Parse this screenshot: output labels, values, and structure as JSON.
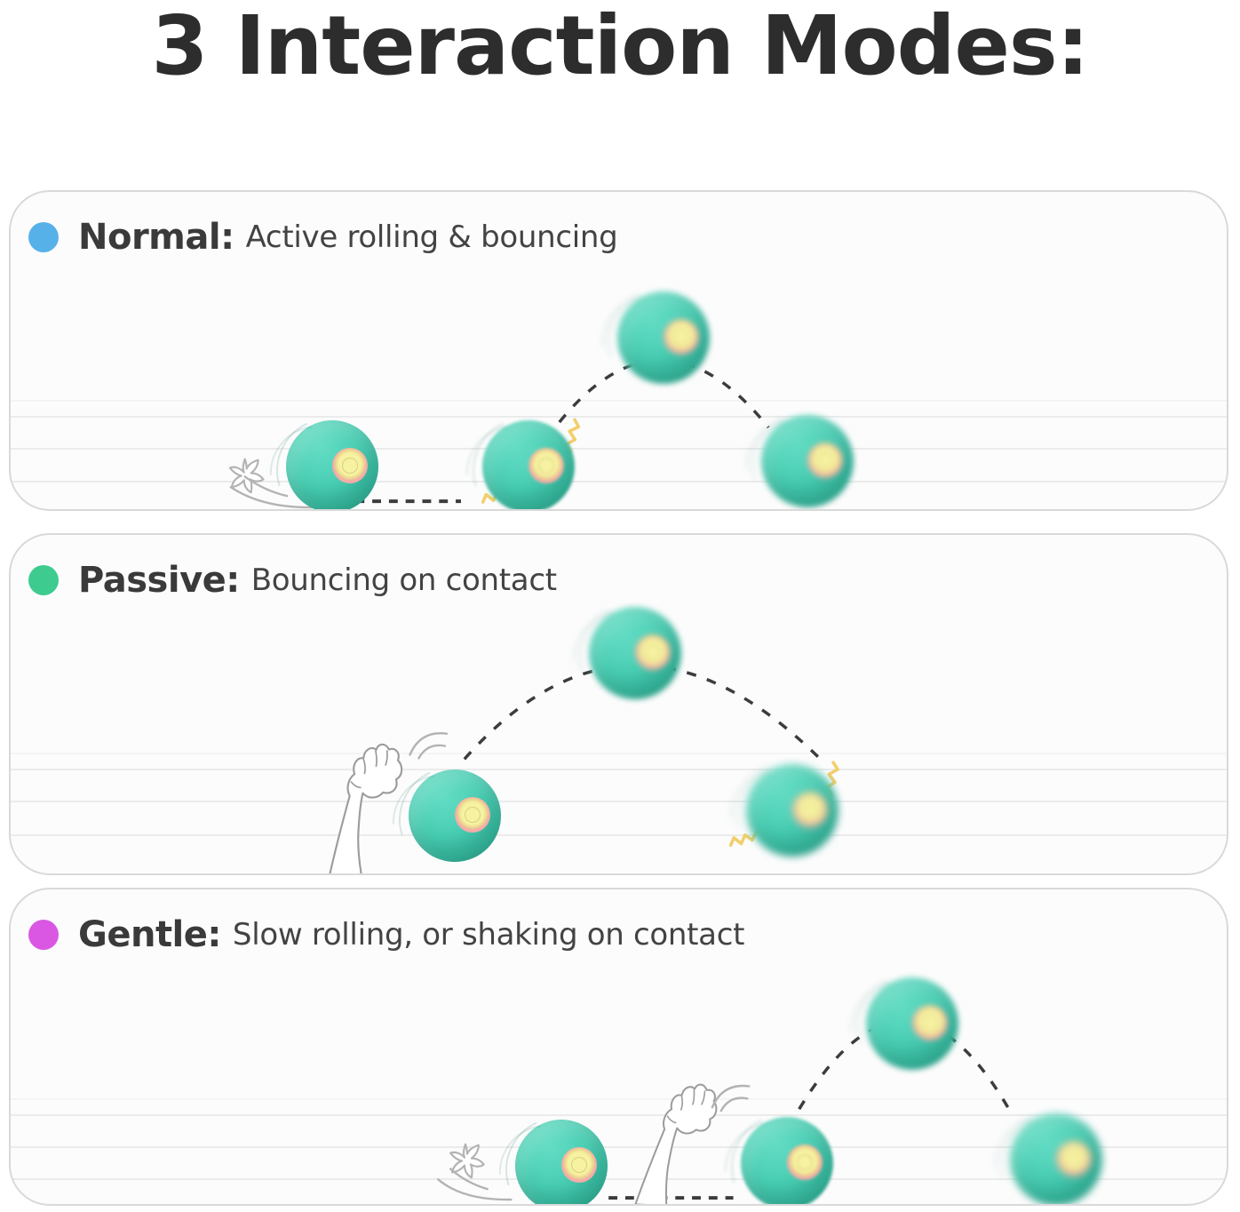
{
  "title": "3 Interaction Modes:",
  "modes": [
    {
      "name": "Normal",
      "label": "Normal:",
      "description": "Active rolling & bouncing",
      "dot_color": "#57b1e9",
      "illustration": {
        "ball_count": 4,
        "has_paw": false,
        "has_swipe_poof": true,
        "has_bounce_arc": true,
        "has_roll_dashes": true,
        "vibration_squiggles": 2
      }
    },
    {
      "name": "Passive",
      "label": "Passive:",
      "description": "Bouncing on contact",
      "dot_color": "#3ecb90",
      "illustration": {
        "ball_count": 3,
        "has_paw": true,
        "has_swipe_poof": false,
        "has_bounce_arc": true,
        "has_roll_dashes": false,
        "vibration_squiggles": 2
      }
    },
    {
      "name": "Gentle",
      "label": "Gentle:",
      "description": "Slow rolling, or shaking on contact",
      "dot_color": "#d957e3",
      "illustration": {
        "ball_count": 4,
        "has_paw": true,
        "has_swipe_poof": true,
        "has_bounce_arc": true,
        "has_roll_dashes": true,
        "vibration_squiggles": 0
      }
    }
  ],
  "colors": {
    "title_text": "#2d2d2d",
    "header_text": "#3a3a3a",
    "panel_border": "#d9d9d9",
    "panel_background": "#fcfcfc",
    "floor_line": "#ebebeb",
    "trajectory_dash": "#3c3c3c",
    "doodle_gray": "#b3b3b3",
    "squiggle_yellow": "#f2cf6b",
    "ball_teal": "#49cfb4",
    "ball_teal_light": "#63dcc4",
    "ball_teal_dark": "#2ca189",
    "ball_eye_ring_pink": "#f3aca7",
    "ball_eye_yellow": "#f6f2a2",
    "paw_outline": "#9c9c9c"
  }
}
